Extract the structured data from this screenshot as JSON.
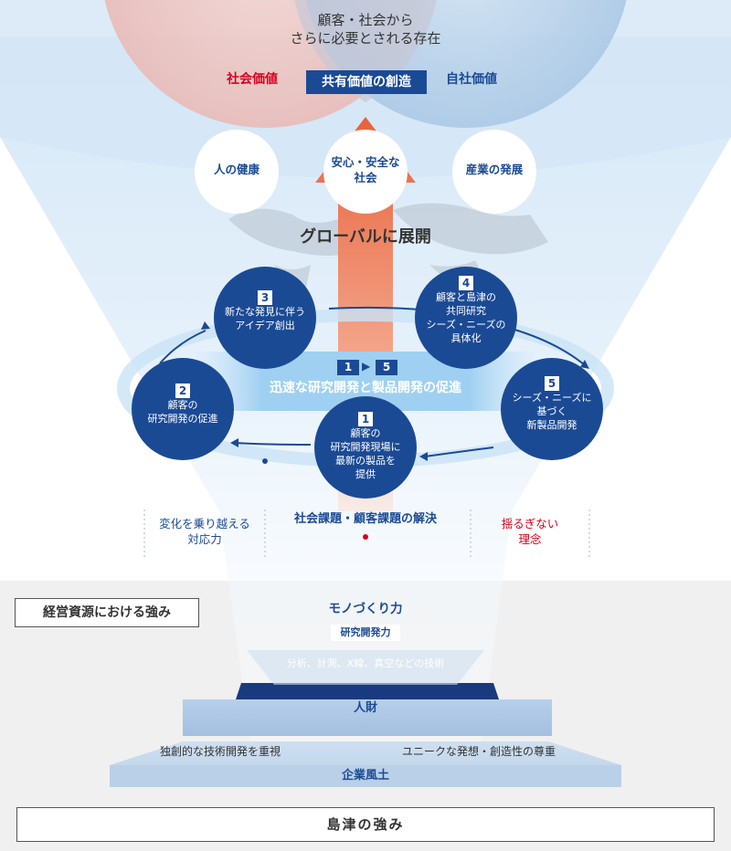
{
  "top": {
    "title_line1": "顧客・社会から",
    "title_line2": "さらに必要とされる存在",
    "left_label": "社会価値",
    "center_label": "共有価値の創造",
    "right_label": "自社価値"
  },
  "values": [
    {
      "label": "人の健康"
    },
    {
      "line1": "安心・安全な",
      "line2": "社会"
    },
    {
      "label": "産業の発展"
    }
  ],
  "global_label": "グローバルに展開",
  "cycle": {
    "band_from": "1",
    "band_to": "5",
    "band_text": "迅速な研究開発と製品開発の促進",
    "steps": [
      {
        "num": "1",
        "lines": [
          "顧客の",
          "研究開発現場に",
          "最新の製品を",
          "提供"
        ]
      },
      {
        "num": "2",
        "lines": [
          "顧客の",
          "研究開発の促進"
        ]
      },
      {
        "num": "3",
        "lines": [
          "新たな発見に伴う",
          "アイデア創出"
        ]
      },
      {
        "num": "4",
        "lines": [
          "顧客と島津の",
          "共同研究",
          "シーズ・ニーズの",
          "具体化"
        ]
      },
      {
        "num": "5",
        "lines": [
          "シーズ・ニーズに",
          "基づく",
          "新製品開発"
        ]
      }
    ]
  },
  "side": {
    "left_line1": "変化を乗り越える",
    "left_line2": "対応力",
    "center": "社会課題・顧客課題の解決",
    "right_line1": "揺るぎない",
    "right_line2": "理念"
  },
  "resources": {
    "heading": "経営資源における強み",
    "monozukuri": "モノづくり力",
    "rnd_badge": "研究開発力",
    "tech": "分析、計測、X線、真空などの技術",
    "people": "人財",
    "left_culture": "独創的な技術開発を重視",
    "right_culture": "ユニークな発想・創造性の尊重",
    "culture": "企業風土"
  },
  "footer": "島津の強み",
  "colors": {
    "navy": "#1b4a95",
    "red": "#d9001b",
    "arrow": "#e8623a",
    "light_blue": "#cfe4f6",
    "bottom_bg": "#f0f0f0"
  }
}
